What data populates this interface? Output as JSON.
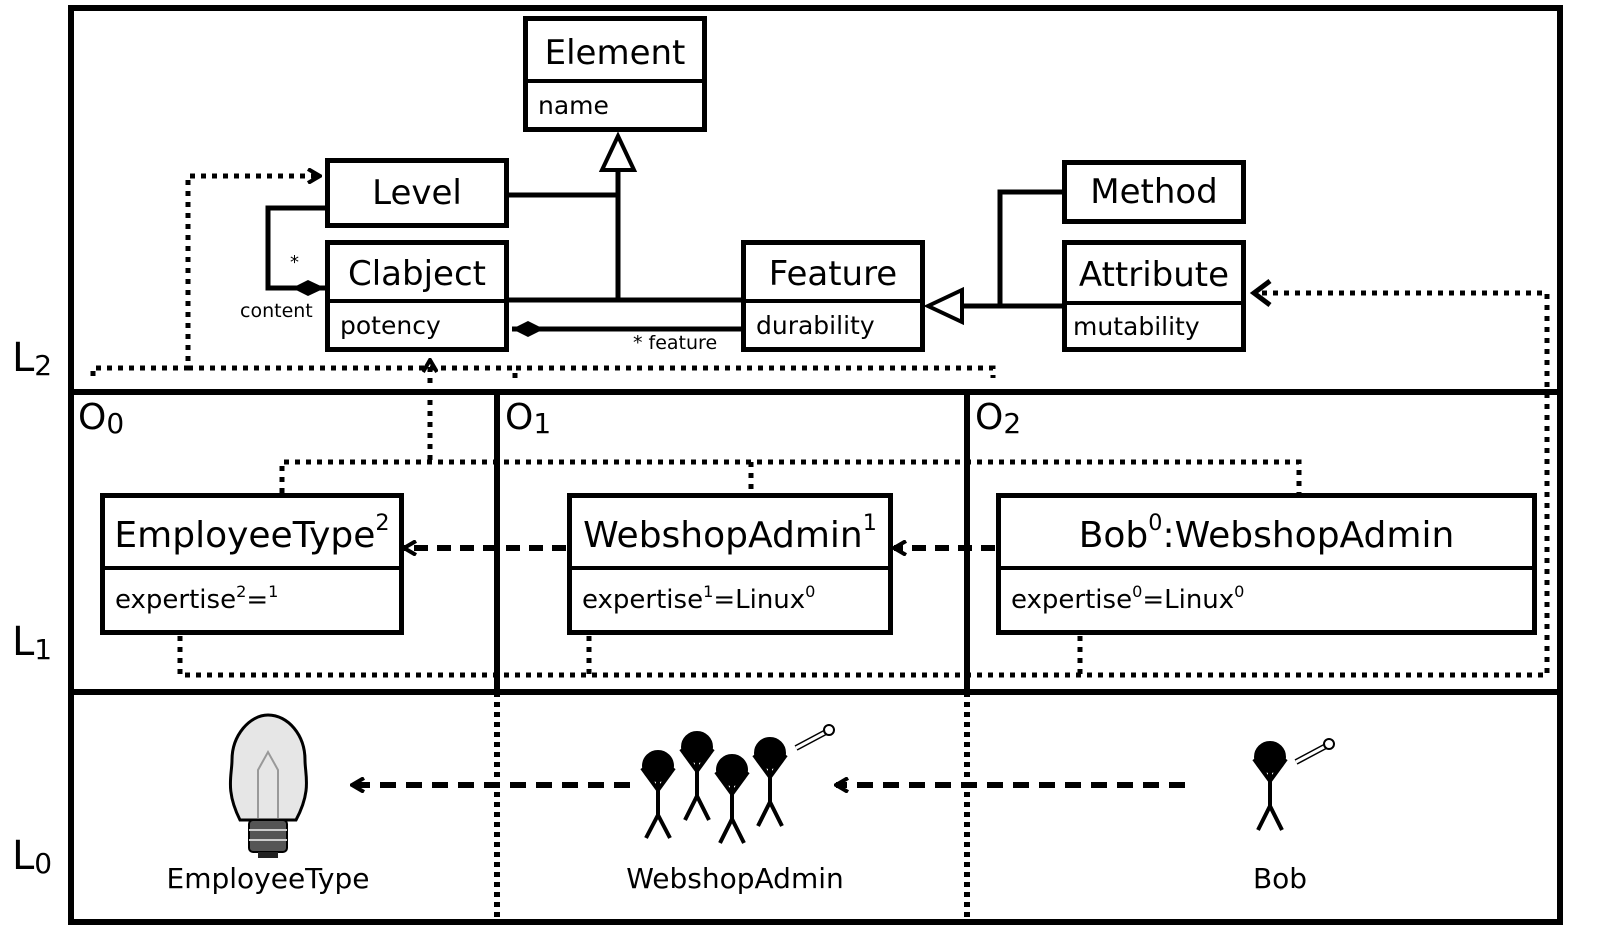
{
  "levels": {
    "l2": "L",
    "l2_sub": "2",
    "l1": "L",
    "l1_sub": "1",
    "l0": "L",
    "l0_sub": "0"
  },
  "ontologies": {
    "o0": "O",
    "o0_sub": "0",
    "o1": "O",
    "o1_sub": "1",
    "o2": "O",
    "o2_sub": "2"
  },
  "metamodel": {
    "element": {
      "name": "Element",
      "attr": "name"
    },
    "level": {
      "name": "Level"
    },
    "clabject": {
      "name": "Clabject",
      "attr": "potency"
    },
    "feature": {
      "name": "Feature",
      "attr": "durability"
    },
    "method": {
      "name": "Method"
    },
    "attribute": {
      "name": "Attribute",
      "attr": "mutability"
    },
    "content_mult": "*",
    "content_role": "content",
    "feature_role": "* feature"
  },
  "l1_model": {
    "employee_type": {
      "name": "EmployeeType",
      "name_sup": "2",
      "attr_name": "expertise",
      "attr_sup": "2",
      "attr_eq": "=",
      "attr_val_sup": "1"
    },
    "webshop_admin": {
      "name": "WebshopAdmin",
      "name_sup": "1",
      "attr_name": "expertise",
      "attr_sup": "1",
      "attr_eq": "=Linux",
      "attr_val_sup": "0"
    },
    "bob": {
      "name": "Bob",
      "name_sup": "0",
      "name_type": ":WebshopAdmin",
      "attr_name": "expertise",
      "attr_sup": "0",
      "attr_eq": "=Linux",
      "attr_val_sup": "0"
    }
  },
  "l0_captions": {
    "employee_type": "EmployeeType",
    "webshop_admin": "WebshopAdmin",
    "bob": "Bob"
  },
  "icons": [
    "lightbulb-icon",
    "stick-figure-icon",
    "wrench-icon"
  ]
}
